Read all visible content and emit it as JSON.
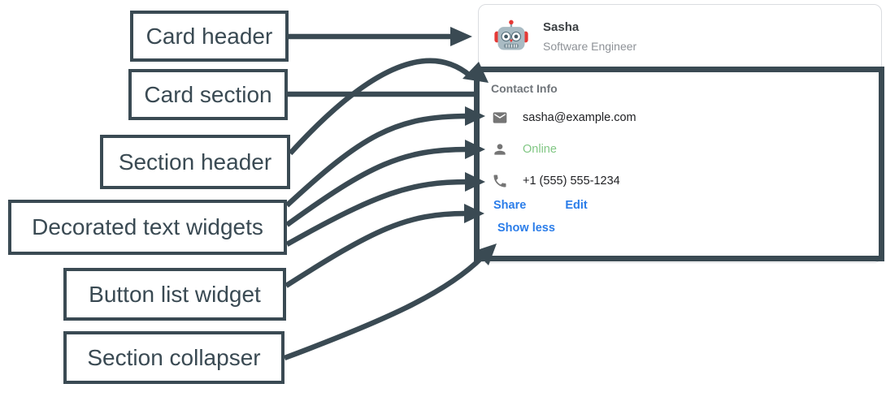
{
  "annotations": {
    "arrow_color": "#3A4A53",
    "labels": [
      {
        "text": "Card header"
      },
      {
        "text": "Card section"
      },
      {
        "text": "Section header"
      },
      {
        "text": "Decorated text widgets"
      },
      {
        "text": "Button list widget"
      },
      {
        "text": "Section collapser"
      }
    ]
  },
  "card": {
    "header": {
      "avatar": "robot-avatar",
      "name": "Sasha",
      "role": "Software Engineer"
    },
    "section": {
      "title": "Contact Info",
      "rows": [
        {
          "icon": "email-icon",
          "text": "sasha@example.com"
        },
        {
          "icon": "person-icon",
          "text": "Online",
          "status_color": "#81C784"
        },
        {
          "icon": "phone-icon",
          "text": "+1 (555) 555-1234"
        }
      ],
      "buttons": [
        {
          "label": "Share"
        },
        {
          "label": "Edit"
        }
      ],
      "collapser": {
        "label": "Show less"
      }
    }
  },
  "colors": {
    "annotation": "#3A4A53",
    "link_blue": "#2B7DE9",
    "online_green": "#81C784",
    "icon_gray": "#757575",
    "card_border": "#DADCE0",
    "text_primary": "#202124",
    "text_secondary": "#8E9297",
    "section_title_gray": "#70757A",
    "avatar_red": "#E53935",
    "avatar_gray": "#A9BBC3"
  }
}
